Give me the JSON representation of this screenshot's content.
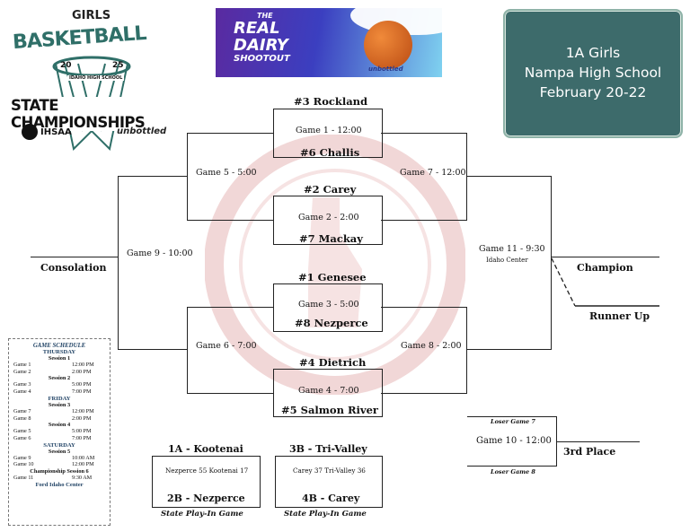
{
  "logo": {
    "girls": "GIRLS",
    "basketball": "BASKETBALL",
    "year_left": "20",
    "year_right": "25",
    "idaho_hs": "IDAHO HIGH SCHOOL",
    "state_champs": "STATE CHAMPIONSHIPS",
    "ihsaa": "IHSAA",
    "unbottled": "unbottled"
  },
  "banner": {
    "line1": "THE",
    "line2": "REAL",
    "line3": "DAIRY",
    "line4": "SHOOTOUT",
    "brand": "unbottled"
  },
  "info": {
    "line1": "1A Girls",
    "line2": "Nampa High School",
    "line3": "February 20-22"
  },
  "bracket": {
    "seed_3": "#3 Rockland",
    "seed_6": "#6 Challis",
    "seed_2": "#2 Carey",
    "seed_7": "#7 Mackay",
    "seed_1": "#1 Genesee",
    "seed_8": "#8 Nezperce",
    "seed_4": "#4 Dietrich",
    "seed_5": "#5 Salmon River",
    "game1": "Game 1 - 12:00",
    "game2": "Game 2 - 2:00",
    "game3": "Game 3 - 5:00",
    "game4": "Game 4 - 7:00",
    "game5": "Game 5 - 5:00",
    "game6": "Game 6 - 7:00",
    "game7": "Game 7 - 12:00",
    "game8": "Game 8 - 2:00",
    "game9": "Game 9 - 10:00",
    "game11": "Game 11 - 9:30",
    "game11_venue": "Idaho Center",
    "game10": "Game 10 - 12:00",
    "consolation": "Consolation",
    "champion": "Champion",
    "runner_up": "Runner Up",
    "third_place": "3rd Place",
    "loser7": "Loser Game 7",
    "loser8": "Loser Game 8"
  },
  "playins": [
    {
      "top": "1A - Kootenai",
      "result": "Nezperce 55 Kootenai 17",
      "bottom": "2B - Nezperce",
      "caption": "State Play-In Game"
    },
    {
      "top": "3B - Tri-Valley",
      "result": "Carey 37 Tri-Valley 36",
      "bottom": "4B - Carey",
      "caption": "State Play-In Game"
    }
  ],
  "schedule": {
    "title": "GAME SCHEDULE",
    "thursday": "THURSDAY",
    "session1": "Session 1",
    "g1": "Game 1",
    "g1t": "12:00 PM",
    "g2": "Game 2",
    "g2t": "2:00 PM",
    "session2": "Session 2",
    "g3": "Game 3",
    "g3t": "5:00 PM",
    "g4": "Game 4",
    "g4t": "7:00 PM",
    "friday": "FRIDAY",
    "session3": "Session 3",
    "g7": "Game 7",
    "g7t": "12:00 PM",
    "g8": "Game 8",
    "g8t": "2:00 PM",
    "session4": "Session 4",
    "g5": "Game 5",
    "g5t": "5:00 PM",
    "g6": "Game 6",
    "g6t": "7:00 PM",
    "saturday": "SATURDAY",
    "session5": "Session 5",
    "g9": "Game 9",
    "g9t": "10:00 AM",
    "g10": "Game 10",
    "g10t": "12:00 PM",
    "session6": "Championship Session 6",
    "g11": "Game 11",
    "g11t": "9:30 AM",
    "venue": "Ford Idaho Center"
  },
  "colors": {
    "card_bg": "#3d6b6b",
    "logo_teal": "#2f6f68",
    "watermark": "#f1d7d7"
  }
}
